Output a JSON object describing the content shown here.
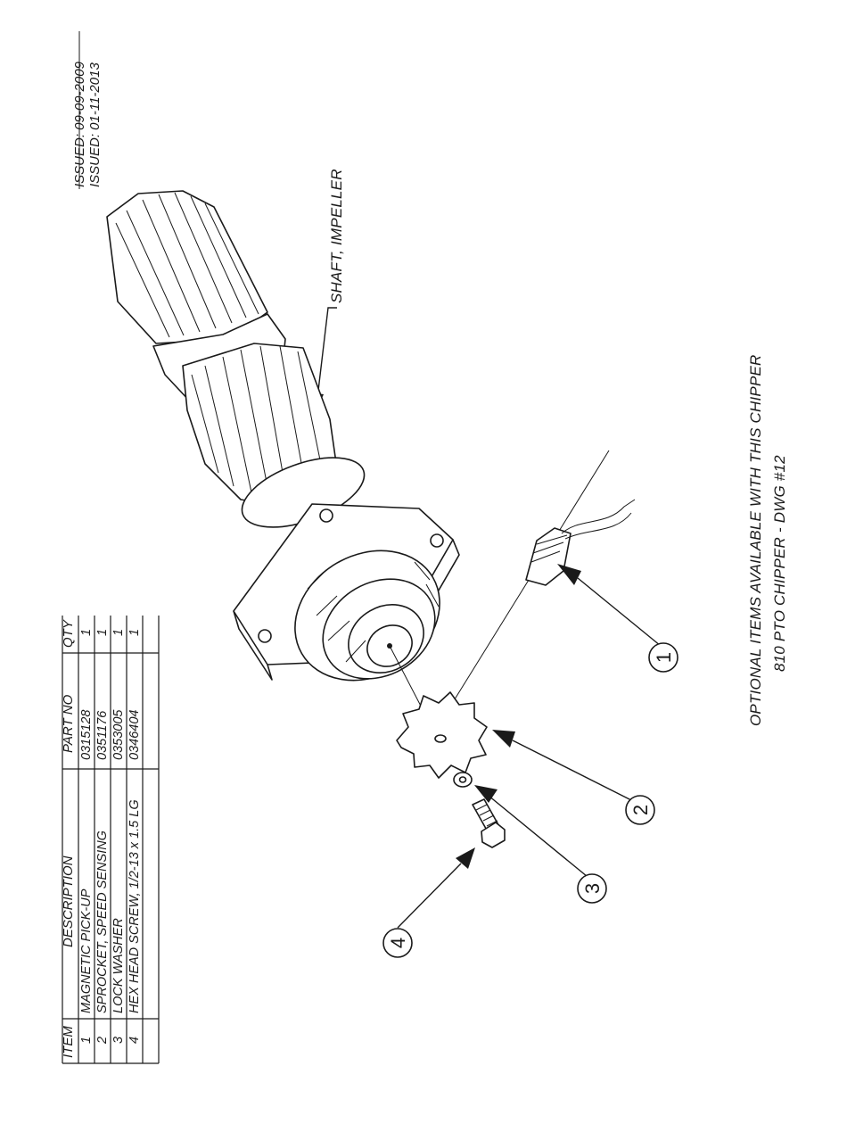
{
  "issue": {
    "old": "ISSUED: 09-09-2009",
    "new": "ISSUED: 01-11-2013"
  },
  "title": {
    "line1": "OPTIONAL ITEMS AVAILABLE WITH THIS CHIPPER",
    "line2": "810 PTO CHIPPER - DWG #12"
  },
  "shaft_label": "SHAFT, IMPELLER",
  "table": {
    "headers": {
      "item": "ITEM",
      "description": "DESCRIPTION",
      "part_no": "PART NO",
      "qty": "QTY"
    },
    "rows": [
      {
        "item": "1",
        "description": "MAGNETIC PICK-UP",
        "part_no": "0315128",
        "qty": "1"
      },
      {
        "item": "2",
        "description": "SPROCKET, SPEED SENSING",
        "part_no": "0351176",
        "qty": "1"
      },
      {
        "item": "3",
        "description": "LOCK WASHER",
        "part_no": "0353005",
        "qty": "1"
      },
      {
        "item": "4",
        "description": "HEX HEAD SCREW, 1/2-13 x 1.5 LG",
        "part_no": "0346404",
        "qty": "1"
      }
    ]
  },
  "balloons": [
    "1",
    "2",
    "3",
    "4"
  ]
}
